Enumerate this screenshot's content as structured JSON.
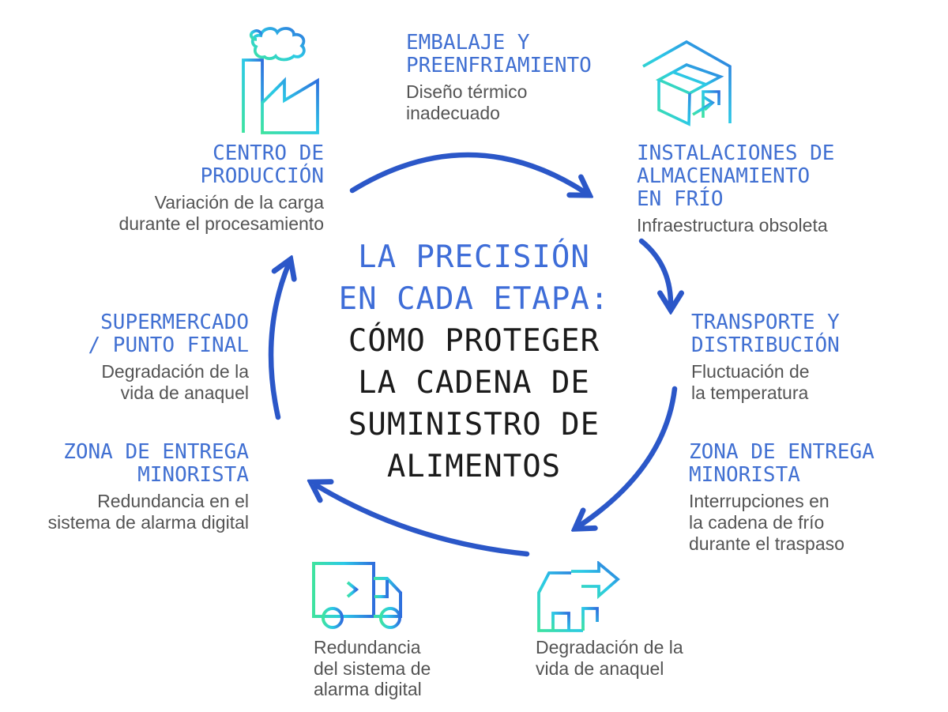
{
  "page": {
    "background": "#ffffff"
  },
  "colors": {
    "stage_title_blue": "#4170D2",
    "center_title_blue": "#3E6DD8",
    "center_title_black": "#1b1b1b",
    "description_gray": "#545454",
    "arrow_blue": "#2B57C8",
    "icon_gradient_green": "#3EE3A0",
    "icon_gradient_cyan": "#2BC9E6",
    "icon_gradient_blue": "#2F6FDD"
  },
  "center_title": {
    "blue_lines": "LA PRECISIÓN\nEN CADA ETAPA:",
    "black_lines": "CÓMO PROTEGER\nLA CADENA DE\nSUMINISTRO DE\nALIMENTOS"
  },
  "stages": {
    "production": {
      "title": "CENTRO DE\nPRODUCCIÓN",
      "desc": "Variación de la carga\ndurante el procesamiento",
      "icon": "factory-icon"
    },
    "packaging": {
      "title": "EMBALAJE Y\nPREENFRIAMIENTO",
      "desc": "Diseño térmico\ninadecuado"
    },
    "cold_storage": {
      "title": "INSTALACIONES DE\nALMACENAMIENTO\nEN FRÍO",
      "desc": "Infraestructura obsoleta",
      "icon": "package-box-icon"
    },
    "transport": {
      "title": "TRANSPORTE Y\nDISTRIBUCIÓN",
      "desc": "Fluctuación de\nla temperatura"
    },
    "retail_handoff": {
      "title": "ZONA DE ENTREGA\nMINORISTA",
      "desc": "Interrupciones en\nla cadena de frío\ndurante el traspaso"
    },
    "shelf_life": {
      "desc": "Degradación de la\nvida de anaquel",
      "icon": "warehouse-arrow-icon"
    },
    "alarm_redundancy": {
      "desc": "Redundancia\ndel sistema de\nalarma digital",
      "icon": "delivery-truck-icon"
    },
    "retail_zone_left": {
      "title": "ZONA DE ENTREGA\nMINORISTA",
      "desc": "Redundancia en el\nsistema de alarma digital"
    },
    "supermarket": {
      "title": "SUPERMERCADO\n/ PUNTO FINAL",
      "desc": "Degradación de la\nvida de anaquel"
    }
  },
  "icons": [
    "factory-icon",
    "package-box-icon",
    "delivery-truck-icon",
    "warehouse-arrow-icon"
  ],
  "arrows": {
    "count": 5,
    "direction": "clockwise",
    "color": "#2B57C8"
  }
}
